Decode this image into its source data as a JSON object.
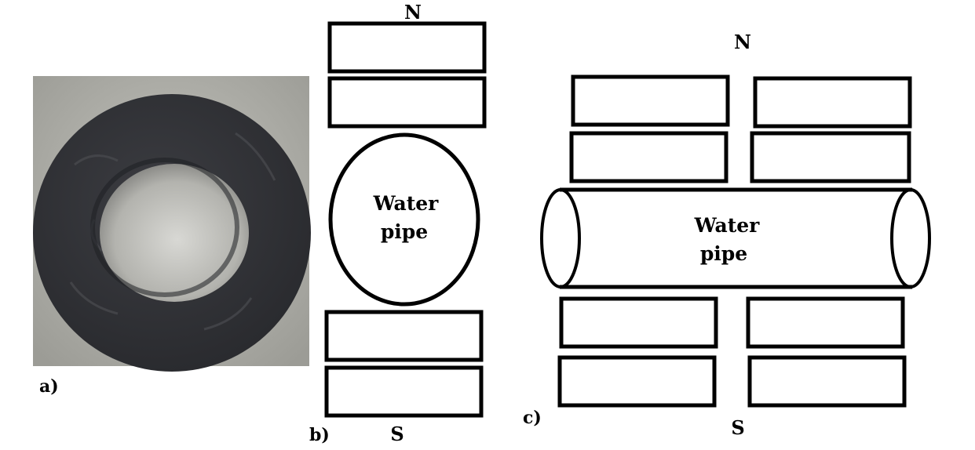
{
  "panel_a": {
    "label": "a)"
  },
  "panel_b": {
    "label": "b)",
    "north_label": "N",
    "south_label": "S",
    "pipe_text_line1": "Water",
    "pipe_text_line2": "pipe"
  },
  "panel_c": {
    "label": "c)",
    "north_label": "N",
    "south_label": "S",
    "pipe_text_line1": "Water",
    "pipe_text_line2": "pipe"
  },
  "colors": {
    "stroke": "#000000",
    "background": "#ffffff",
    "photo_bg": "#a8a8a2",
    "magnet_ring": "#2f3034"
  },
  "icons": {
    "panel_a_image": "ring-magnet-photo"
  }
}
